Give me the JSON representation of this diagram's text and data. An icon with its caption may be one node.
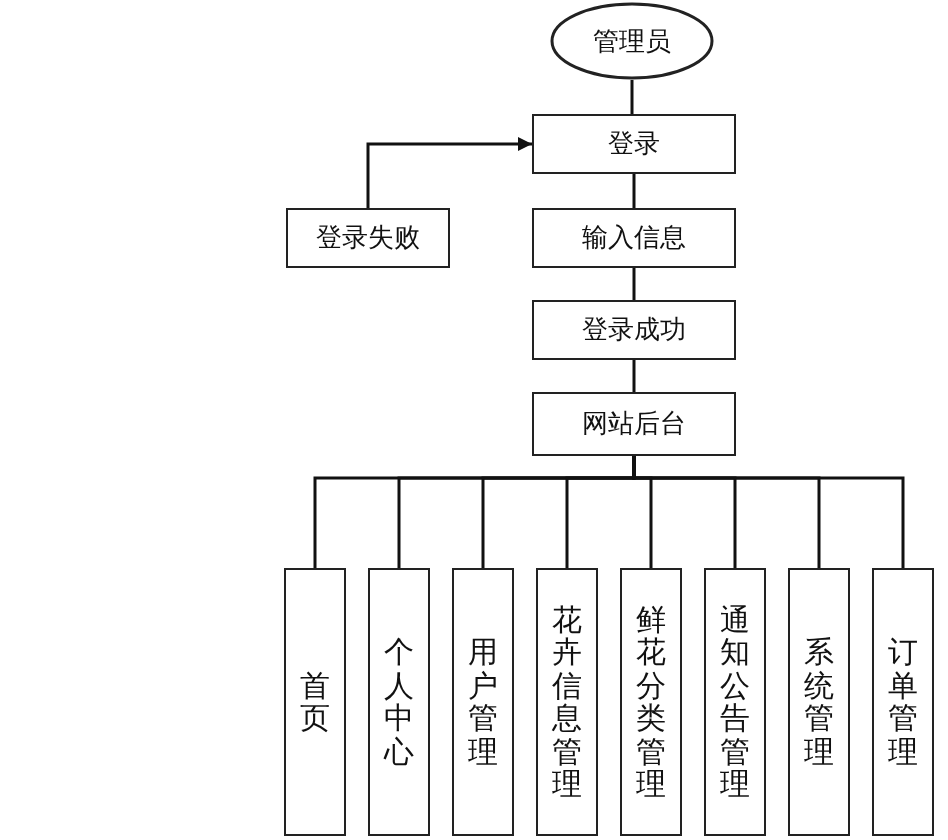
{
  "diagram": {
    "nodes": [
      {
        "text": [
          "管理员"
        ]
      },
      {
        "text": [
          "登录"
        ]
      },
      {
        "text": [
          "登录失败"
        ]
      },
      {
        "text": [
          "输入信息"
        ]
      },
      {
        "text": [
          "登录成功"
        ]
      },
      {
        "text": [
          "网站后台"
        ]
      },
      {
        "text": [
          "首页"
        ]
      },
      {
        "text": [
          "个人中心"
        ]
      },
      {
        "text": [
          "用户管理"
        ]
      },
      {
        "text": [
          "花卉信息管理"
        ]
      },
      {
        "text": [
          "鲜花分类管理"
        ]
      },
      {
        "text": [
          "通知公告管理"
        ]
      },
      {
        "text": [
          "系统管理"
        ]
      },
      {
        "text": [
          "订单管理"
        ]
      }
    ],
    "edges": [
      {
        "from": 0,
        "to": 1,
        "arrow": "none"
      },
      {
        "from": 2,
        "to": 1,
        "arrow": "to"
      },
      {
        "from": 1,
        "to": 3,
        "arrow": "none"
      },
      {
        "from": 3,
        "to": 4,
        "arrow": "none"
      },
      {
        "from": 4,
        "to": 5,
        "arrow": "none"
      },
      {
        "from": 5,
        "to": 6,
        "arrow": "none"
      },
      {
        "from": 5,
        "to": 7,
        "arrow": "none"
      },
      {
        "from": 5,
        "to": 8,
        "arrow": "none"
      },
      {
        "from": 5,
        "to": 9,
        "arrow": "none"
      },
      {
        "from": 5,
        "to": 10,
        "arrow": "none"
      },
      {
        "from": 5,
        "to": 11,
        "arrow": "none"
      },
      {
        "from": 5,
        "to": 12,
        "arrow": "none"
      },
      {
        "from": 5,
        "to": 13,
        "arrow": "none"
      }
    ]
  }
}
